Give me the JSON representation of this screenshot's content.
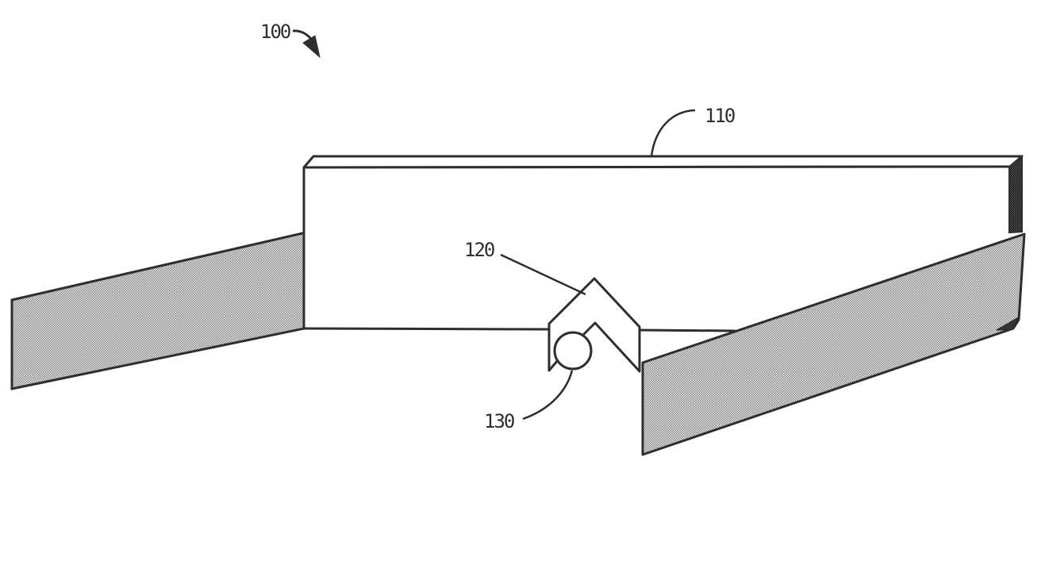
{
  "figure": {
    "kind": "patent-line-drawing",
    "background": "#ffffff",
    "ink_color": "#2e2e2e",
    "temple_halftone_color": "#bababa",
    "end_cap_halftone_color": "#353535",
    "labels": {
      "ref_100": "100",
      "ref_110": "110",
      "ref_120": "120",
      "ref_130": "130"
    }
  }
}
